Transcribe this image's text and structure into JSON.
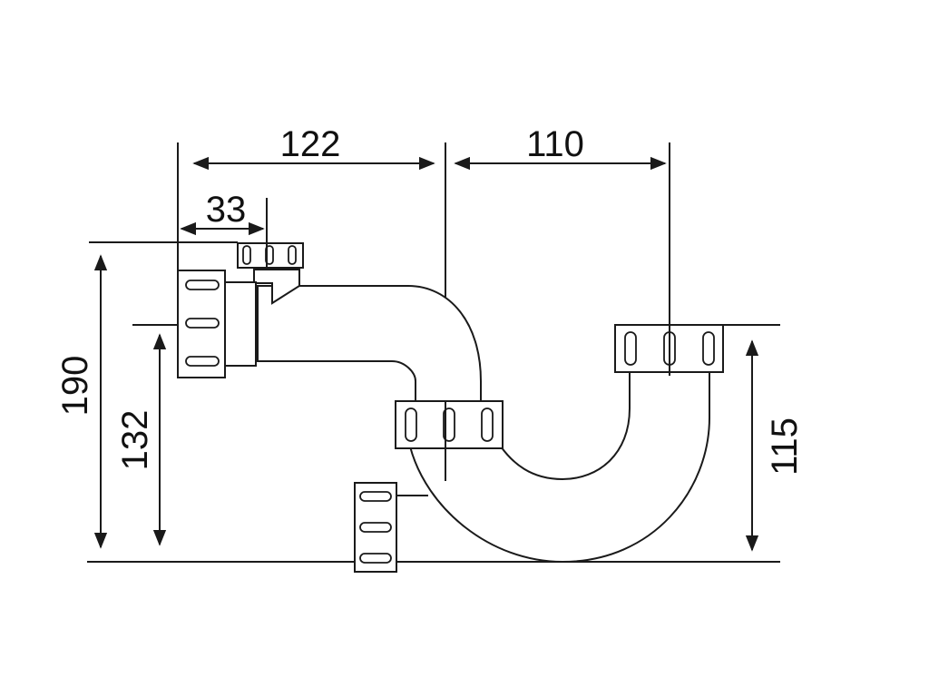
{
  "dimensions": {
    "width_122": "122",
    "width_110": "110",
    "offset_33": "33",
    "height_190": "190",
    "height_132": "132",
    "height_115": "115"
  },
  "colors": {
    "line": "#1a1a1a",
    "background": "#ffffff"
  }
}
